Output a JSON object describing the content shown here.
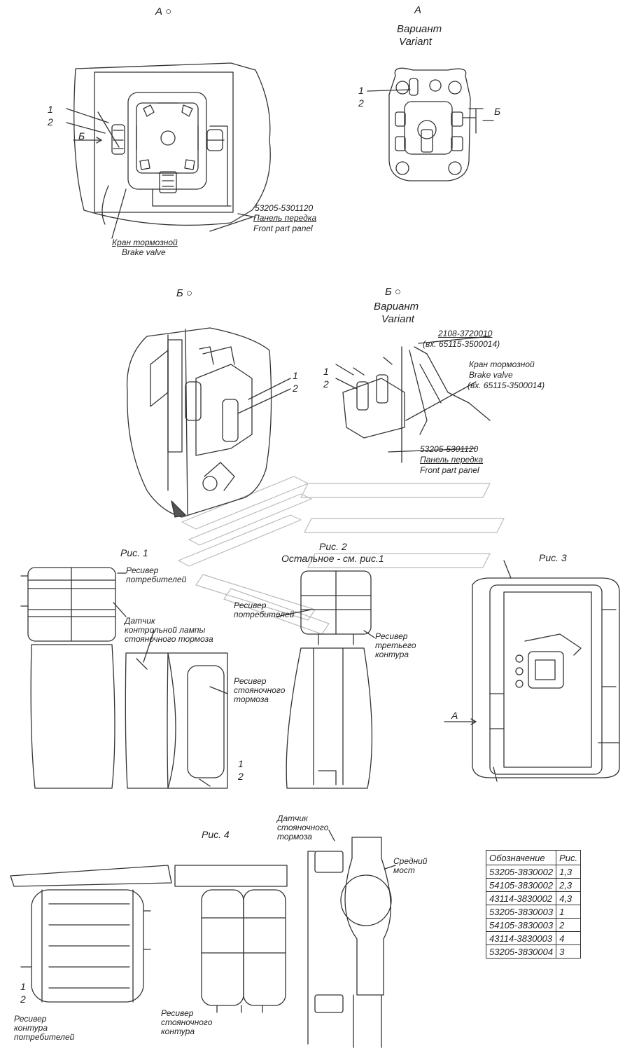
{
  "viewA": {
    "title": "А",
    "leader_1": "1",
    "leader_2": "2",
    "arrow_B": "Б",
    "panel_code": "53205-5301120",
    "panel_ru": "Панель передка",
    "panel_en": "Front part panel",
    "valve_ru": "Кран тормозной",
    "valve_en": "Brake valve"
  },
  "viewA_variant": {
    "title": "А",
    "variant_ru": "Вариант",
    "variant_en": "Variant",
    "leader_1": "1",
    "leader_2": "2",
    "arrow_B": "Б"
  },
  "viewB": {
    "title": "Б",
    "leader_1": "1",
    "leader_2": "2"
  },
  "viewB_variant": {
    "title": "Б",
    "variant_ru": "Вариант",
    "variant_en": "Variant",
    "part_code": "2108-3720010",
    "part_ex": "(вх. 65115-3500014)",
    "valve_ru": "Кран тормозной",
    "valve_en": "Brake valve",
    "valve_ex": "(вх. 65115-3500014)",
    "leader_1": "1",
    "leader_2": "2",
    "panel_code": "53205-5301120",
    "panel_ru": "Панель передка",
    "panel_en": "Front part panel"
  },
  "fig1": {
    "title": "Рис. 1",
    "receiver_consumers": "Ресивер\nпотребителей",
    "sensor_lamp": "Датчик\nконтрольной лампы\nстояночного тормоза",
    "receiver_parking": "Ресивер\nстояночного\nтормоза",
    "leader_1": "1",
    "leader_2": "2"
  },
  "fig2": {
    "title": "Рис. 2",
    "rest_note": "Остальное - см. рис.1",
    "receiver_consumers": "Ресивер\nпотребителей",
    "receiver_third": "Ресивер\nтретьего\nконтура"
  },
  "fig3": {
    "title": "Рис. 3",
    "arrow_A": "А"
  },
  "fig4": {
    "title": "Рис. 4",
    "sensor_parking": "Датчик\nстояночного\nтормоза",
    "middle_axle": "Средний\nмост",
    "leader_1": "1",
    "leader_2": "2",
    "receiver_consumer_circuit": "Ресивер\nконтура\nпотребителей",
    "receiver_parking_circuit": "Ресивер\nстояночного\nконтура"
  },
  "table": {
    "headers": [
      "Обозначение",
      "Рис."
    ],
    "rows": [
      [
        "53205-3830002",
        "1,3"
      ],
      [
        "54105-3830002",
        "2,3"
      ],
      [
        "43114-3830002",
        "4,3"
      ],
      [
        "53205-3830003",
        "1"
      ],
      [
        "54105-3830003",
        "2"
      ],
      [
        "43114-3830003",
        "4"
      ],
      [
        "53205-3830004",
        "3"
      ]
    ]
  }
}
